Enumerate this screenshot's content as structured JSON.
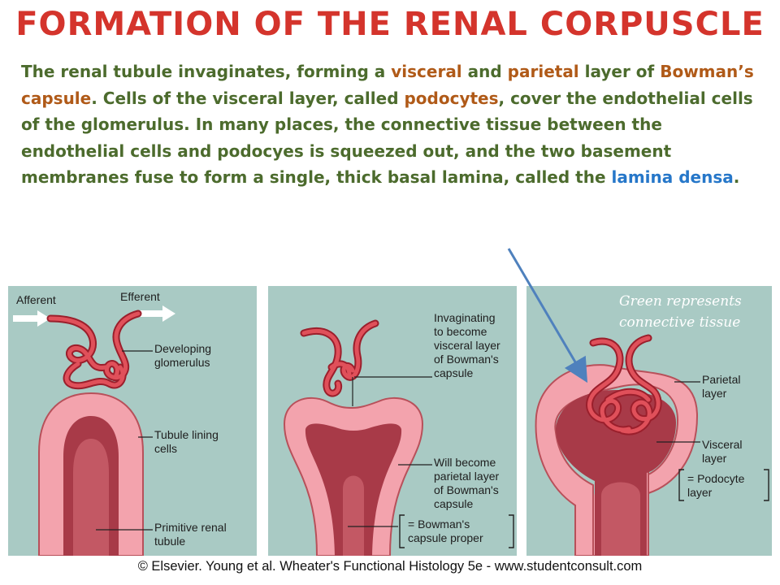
{
  "title": "Formation of the Renal Corpuscle",
  "paragraph": {
    "s1": "The renal tubule invaginates, forming a ",
    "visceral": "visceral",
    "s2": " and ",
    "parietal": "parietal",
    "s3": " layer of ",
    "bowmans": "Bowman’s capsule",
    "s4": ".  Cells of the visceral layer, called ",
    "podocytes": "podocytes",
    "s5": ", cover the endothelial cells of the glomerulus.  In many places, the connective tissue between the endothelial cells and podocyes is squeezed out, and the two basement membranes fuse to form a single, thick basal lamina, called the ",
    "lamina": "lamina densa",
    "s6": "."
  },
  "colors": {
    "title": "#d4342c",
    "body_text": "#4c6b2d",
    "highlight_brown": "#b05a18",
    "highlight_blue": "#2677c9",
    "panel_bg": "#a9cac4",
    "tissue_pink": "#f3a3ad",
    "glomerulus": "#d8434d"
  },
  "panel1": {
    "afferent": "Afferent",
    "efferent": "Efferent",
    "developing_1": "Developing",
    "developing_2": "glomerulus",
    "tubule_1": "Tubule lining",
    "tubule_2": "cells",
    "primitive_1": "Primitive renal",
    "primitive_2": "tubule"
  },
  "panel2": {
    "inv_1": "Invaginating",
    "inv_2": "to become",
    "inv_3": "visceral layer",
    "inv_4": "of Bowman's",
    "inv_5": "capsule",
    "will_1": "Will become",
    "will_2": "parietal layer",
    "will_3": "of Bowman's",
    "will_4": "capsule",
    "bcp_1": "= Bowman's",
    "bcp_2": "capsule proper"
  },
  "panel3": {
    "parietal_1": "Parietal",
    "parietal_2": "layer",
    "visceral_1": "Visceral",
    "visceral_2": "layer",
    "podocyte_1": "= Podocyte",
    "podocyte_2": "layer"
  },
  "note": {
    "line1": "Green represents",
    "line2": "connective tissue"
  },
  "caption": "© Elsevier. Young et al. Wheater's Functional Histology 5e - www.studentconsult.com"
}
